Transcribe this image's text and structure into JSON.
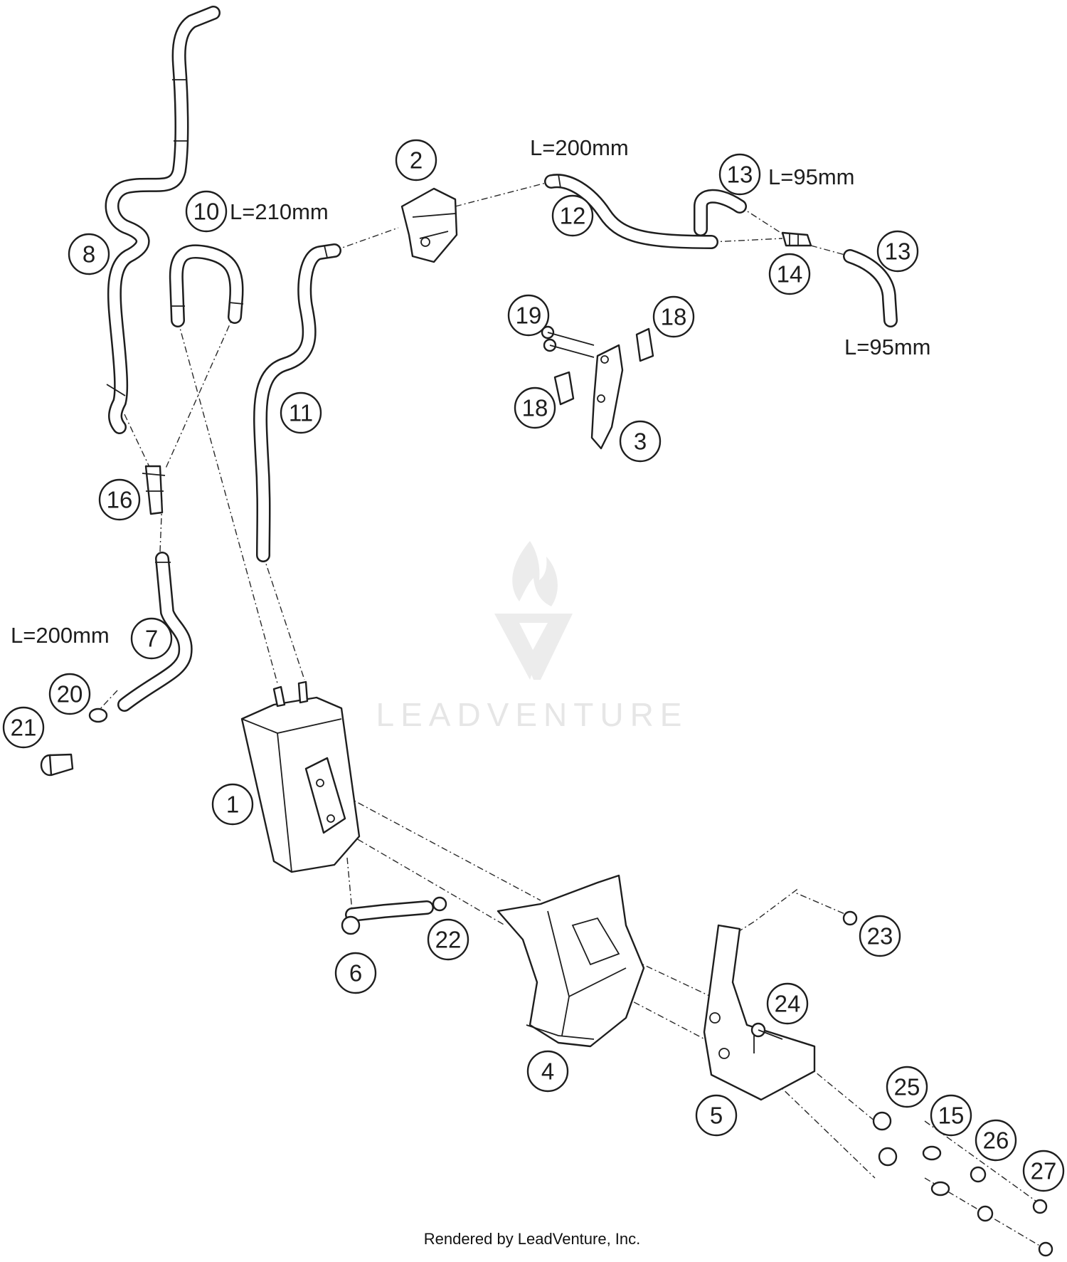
{
  "watermark": {
    "brand": "LEADVENTURE"
  },
  "credit": "Rendered by LeadVenture, Inc.",
  "callouts": [
    {
      "label": "1"
    },
    {
      "label": "2"
    },
    {
      "label": "3"
    },
    {
      "label": "4"
    },
    {
      "label": "5"
    },
    {
      "label": "6"
    },
    {
      "label": "7"
    },
    {
      "label": "8"
    },
    {
      "label": "10"
    },
    {
      "label": "11"
    },
    {
      "label": "12"
    },
    {
      "label": "13"
    },
    {
      "label": "13"
    },
    {
      "label": "14"
    },
    {
      "label": "15"
    },
    {
      "label": "16"
    },
    {
      "label": "18"
    },
    {
      "label": "18"
    },
    {
      "label": "19"
    },
    {
      "label": "20"
    },
    {
      "label": "21"
    },
    {
      "label": "22"
    },
    {
      "label": "23"
    },
    {
      "label": "24"
    },
    {
      "label": "25"
    },
    {
      "label": "26"
    },
    {
      "label": "27"
    }
  ],
  "dimensions": [
    {
      "text": "L=210mm"
    },
    {
      "text": "L=200mm"
    },
    {
      "text": "L=95mm"
    },
    {
      "text": "L=95mm"
    },
    {
      "text": "L=200mm"
    }
  ]
}
